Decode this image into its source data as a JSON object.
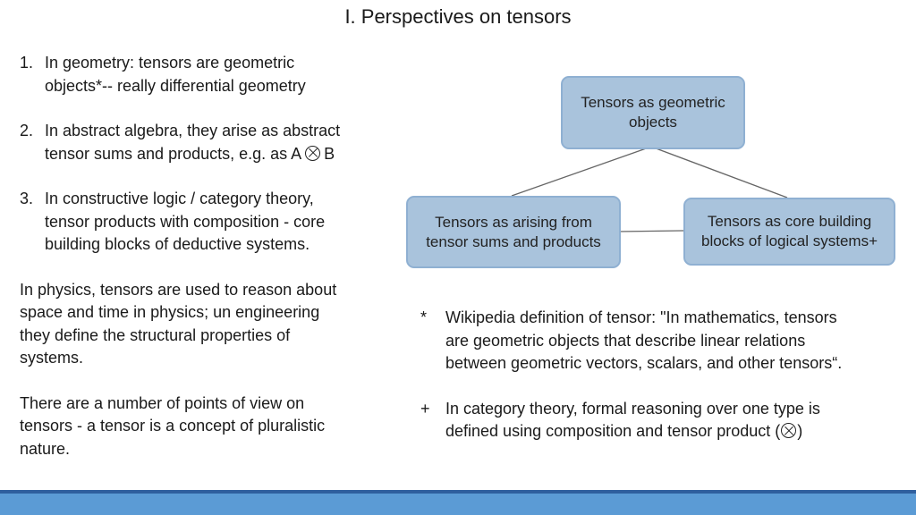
{
  "slide": {
    "title": "I.  Perspectives on tensors",
    "items": [
      {
        "num": "1.",
        "lines": [
          "In geometry: tensors are geometric",
          "objects*-- really differential geometry"
        ]
      },
      {
        "num": "2.",
        "line1": "In abstract algebra, they arise as abstract",
        "line2_pre": "tensor sums and products, e.g. as A",
        "line2_post": "B"
      },
      {
        "num": "3.",
        "lines": [
          "In constructive logic / category theory,",
          "tensor products with composition - core",
          "building blocks of deductive systems."
        ]
      }
    ],
    "paragraphs": [
      [
        "In physics, tensors are used to reason about",
        "space and time in physics; un engineering",
        "they define the structural properties of",
        "systems."
      ],
      [
        "There are a number of points of view on",
        "tensors  - a tensor is a concept of pluralistic",
        "nature."
      ]
    ]
  },
  "diagram": {
    "nodes": {
      "top": [
        "Tensors as geometric",
        "objects"
      ],
      "left": [
        "Tensors as arising from",
        "tensor sums and products"
      ],
      "right": [
        "Tensors as core building",
        "blocks of logical systems+"
      ]
    },
    "colors": {
      "node_fill": "#a9c3dc",
      "node_border": "#8fb0d2",
      "edge": "#666666"
    }
  },
  "notes": {
    "star": {
      "mark": "*",
      "lines": [
        "Wikipedia definition of tensor: \"In mathematics, tensors",
        "are geometric objects that describe linear relations",
        "between geometric vectors, scalars, and other tensors“."
      ]
    },
    "plus": {
      "mark": "+",
      "line1": "In category theory, formal reasoning over one type is",
      "line2_pre": "defined using composition and tensor product (",
      "line2_post": ")"
    }
  },
  "footer": {
    "bar_color": "#5b9bd5",
    "bar_border": "#2f5f9e"
  }
}
